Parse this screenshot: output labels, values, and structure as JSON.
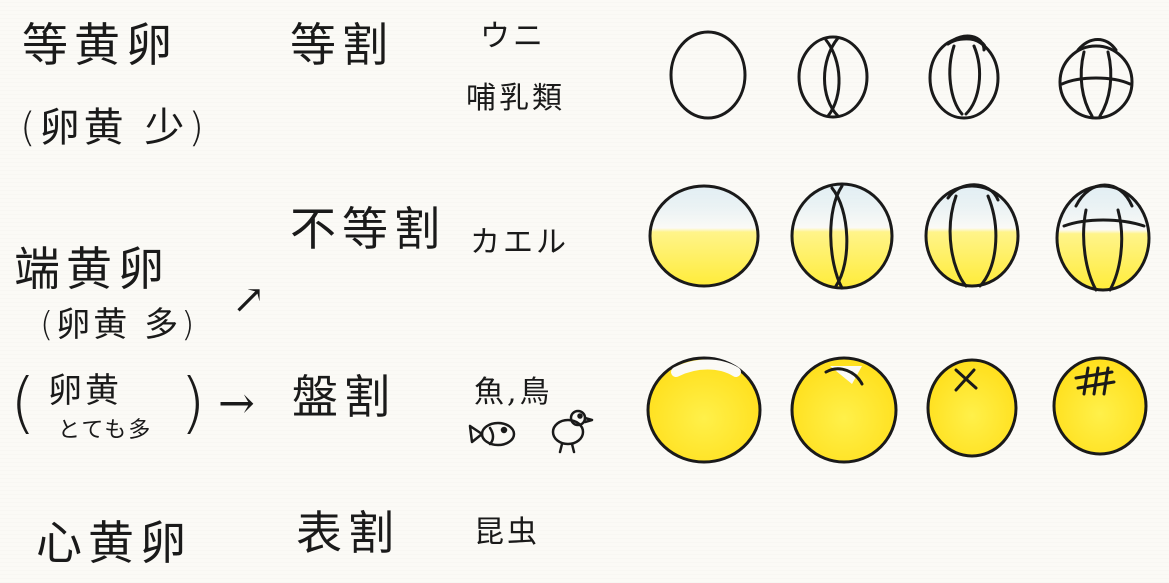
{
  "rows": [
    {
      "yolk_type": "等黄卵",
      "yolk_note": "(卵黄 少)",
      "cleavage": "等割",
      "species": [
        "ウニ",
        "哺乳類"
      ]
    },
    {
      "yolk_type": "端黄卵",
      "yolk_note": "(卵黄 多)",
      "cleavage": "不等割",
      "species": [
        "カエル"
      ]
    },
    {
      "yolk_note_open": "(",
      "yolk_note_line1": "卵黄",
      "yolk_note_line2": "とても多",
      "yolk_note_close": ")",
      "cleavage": "盤割",
      "species": [
        "魚,鳥"
      ]
    },
    {
      "yolk_type": "心黄卵",
      "cleavage": "表割",
      "species": [
        "昆虫"
      ]
    }
  ],
  "arrows": [
    "↗",
    "→"
  ],
  "colors": {
    "yolk": "#ffec3a",
    "yolk_light": "#fff48a",
    "ink": "#1a1a1a",
    "sky": "#cfe6f2"
  },
  "icons": [
    "fish-doodle",
    "bird-doodle"
  ]
}
